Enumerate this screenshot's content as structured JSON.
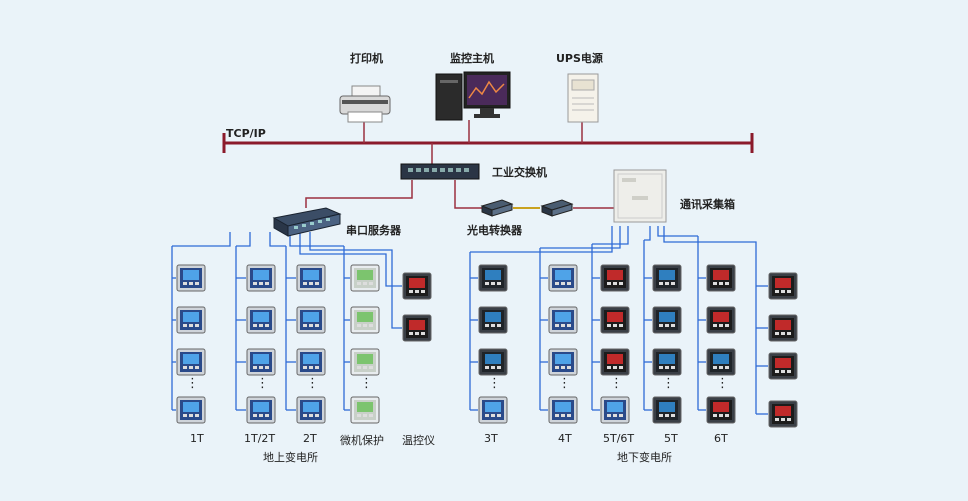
{
  "top_devices": {
    "printer": "打印机",
    "monitor_host": "监控主机",
    "ups": "UPS电源"
  },
  "network": {
    "bus": "TCP/IP",
    "switch": "工业交换机",
    "serial_server": "串口服务器",
    "optical_converter": "光电转换器",
    "comm_box": "通讯采集箱"
  },
  "ground_substation": {
    "title": "地上变电所",
    "columns": [
      "1T",
      "1T/2T",
      "2T",
      "微机保护",
      "温控仪"
    ]
  },
  "underground_substation": {
    "title": "地下变电所",
    "columns": [
      "3T",
      "4T",
      "5T/6T",
      "5T",
      "6T"
    ]
  },
  "ellipsis": "⋮",
  "colors": {
    "bus": "#8b1a2b",
    "link": "#9b3040",
    "rs485": "#2f6bd6",
    "fiber": "#c9a21f",
    "background": "#eaf3f9"
  }
}
